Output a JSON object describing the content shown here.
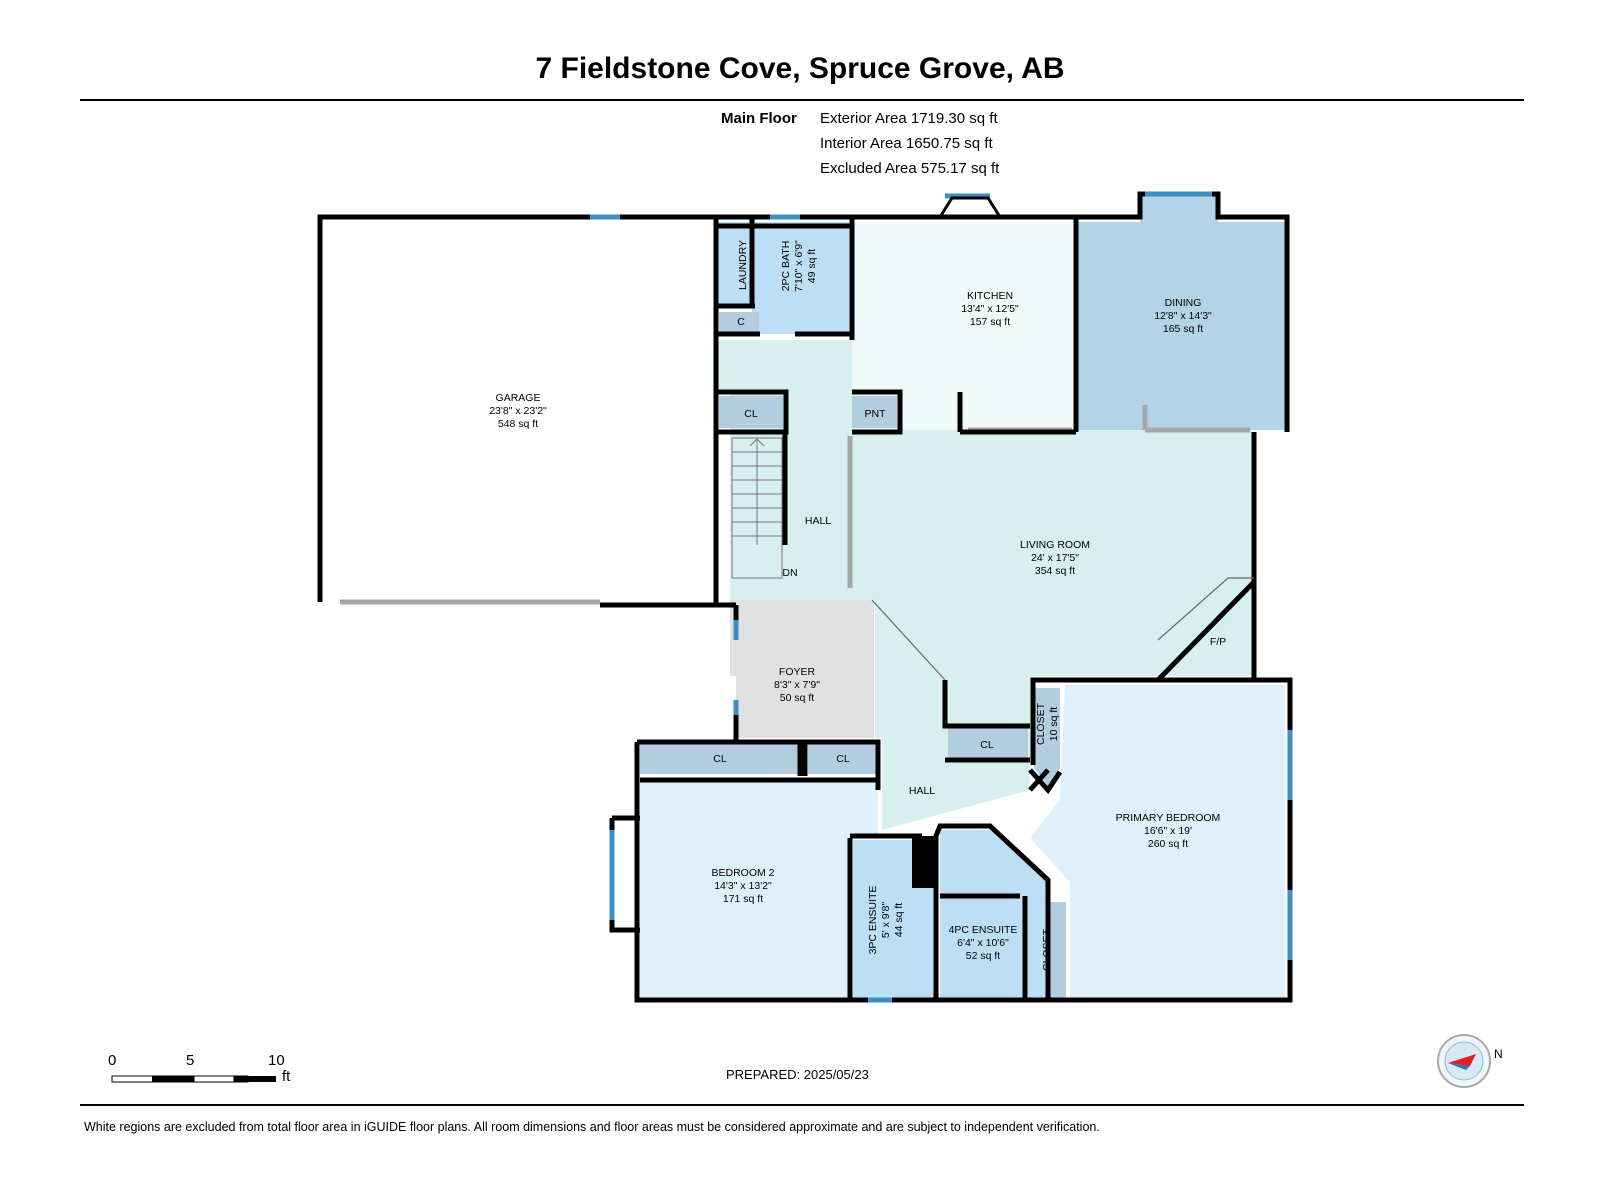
{
  "title": "7 Fieldstone Cove, Spruce Grove, AB",
  "floor": {
    "name": "Main Floor",
    "exterior_area": "Exterior Area 1719.30 sq ft",
    "interior_area": "Interior Area 1650.75 sq ft",
    "excluded_area": "Excluded Area 575.17 sq ft"
  },
  "rooms": {
    "garage": {
      "name": "GARAGE",
      "dims": "23'8\" x 23'2\"",
      "area": "548 sq ft"
    },
    "laundry": {
      "name": "LAUNDRY"
    },
    "bath2pc": {
      "name": "2PC BATH",
      "dims": "7'10\" x 6'9\"",
      "area": "49 sq ft"
    },
    "kitchen": {
      "name": "KITCHEN",
      "dims": "13'4\" x 12'5\"",
      "area": "157 sq ft"
    },
    "dining": {
      "name": "DINING",
      "dims": "12'8\" x 14'3\"",
      "area": "165 sq ft"
    },
    "living": {
      "name": "LIVING ROOM",
      "dims": "24' x 17'5\"",
      "area": "354 sq ft"
    },
    "foyer": {
      "name": "FOYER",
      "dims": "8'3\" x 7'9\"",
      "area": "50 sq ft"
    },
    "bedroom2": {
      "name": "BEDROOM 2",
      "dims": "14'3\" x 13'2\"",
      "area": "171 sq ft"
    },
    "ensuite3": {
      "name": "3PC ENSUITE",
      "dims": "5' x 9'8\"",
      "area": "44 sq ft"
    },
    "ensuite4": {
      "name": "4PC ENSUITE",
      "dims": "6'4\" x 10'6\"",
      "area": "52 sq ft"
    },
    "primary": {
      "name": "PRIMARY BEDROOM",
      "dims": "16'6\" x 19'",
      "area": "260 sq ft"
    },
    "closet_small": {
      "name": "CLOSET",
      "area": "10 sq ft"
    },
    "closet_ensuite": {
      "name": "CLOSET"
    }
  },
  "labels": {
    "c": "C",
    "cl": "CL",
    "pnt": "PNT",
    "hall": "HALL",
    "dn": "DN",
    "fp": "F/P"
  },
  "scale": {
    "ticks": [
      "0",
      "5",
      "10"
    ],
    "unit": "ft"
  },
  "prepared": "PREPARED: 2025/05/23",
  "compass": {
    "label": "N"
  },
  "footer": "White regions are excluded from total floor area in iGUIDE floor plans. All room dimensions and floor areas must be considered approximate and are subject to independent verification.",
  "colors": {
    "wall": "#000000",
    "window": "#3b8fc6",
    "kitchen_fill": "#eefbf9",
    "dining_fill": "#b3d3e6",
    "hall_fill": "#d7f0ef",
    "bedroom_fill": "#dff0fa",
    "bath_fill": "#bcdff5",
    "closet_fill": "#b3cde0",
    "foyer_fill": "#e1e1e1",
    "partial_wall": "#a6a6a6"
  }
}
